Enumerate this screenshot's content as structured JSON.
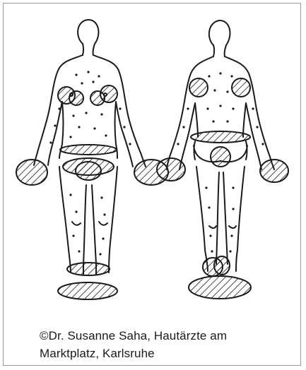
{
  "caption": {
    "line1": "©Dr. Susanne Saha, Hautärzte am",
    "line2": "Marktplatz, Karlsruhe"
  },
  "colors": {
    "ink": "#1a1a1a",
    "frame": "#9a9a9a",
    "background": "#ffffff"
  },
  "figures": [
    {
      "view": "front",
      "marked_regions": [
        "axillae",
        "breasts",
        "waistline",
        "groin",
        "hands",
        "ankles",
        "feet"
      ]
    },
    {
      "view": "back",
      "marked_regions": [
        "axillae",
        "waistline",
        "buttocks",
        "hands",
        "ankles",
        "feet"
      ]
    }
  ]
}
